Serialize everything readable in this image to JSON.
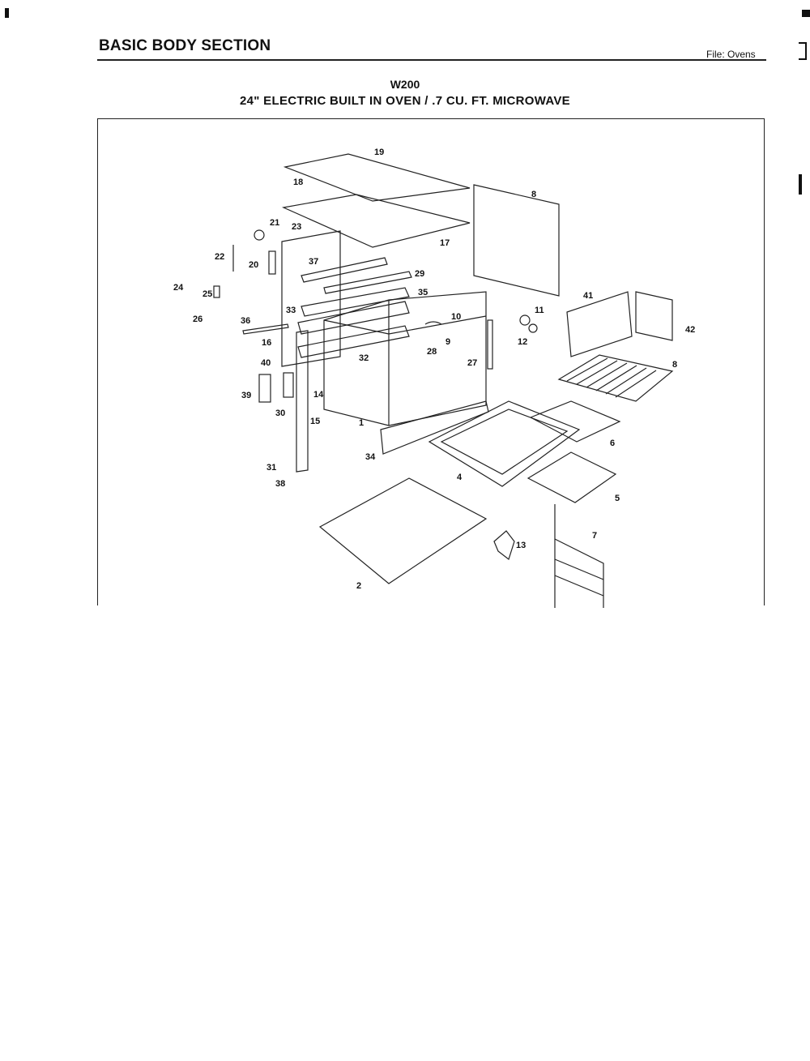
{
  "header": {
    "section_title": "BASIC BODY SECTION",
    "file_label": "File: Ovens"
  },
  "model": "W200",
  "subtitle": "24\" ELECTRIC BUILT IN OVEN / .7 CU. FT. MICROWAVE",
  "callouts": [
    "1",
    "2",
    "4",
    "5",
    "6",
    "7",
    "8",
    "9",
    "10",
    "11",
    "12",
    "13",
    "14",
    "15",
    "16",
    "17",
    "18",
    "19",
    "20",
    "21",
    "22",
    "23",
    "24",
    "25",
    "26",
    "27",
    "28",
    "29",
    "30",
    "31",
    "32",
    "33",
    "34",
    "35",
    "36",
    "37",
    "38",
    "39",
    "40",
    "41",
    "42"
  ],
  "colors": {
    "ink": "#111111",
    "paper": "#ffffff"
  }
}
